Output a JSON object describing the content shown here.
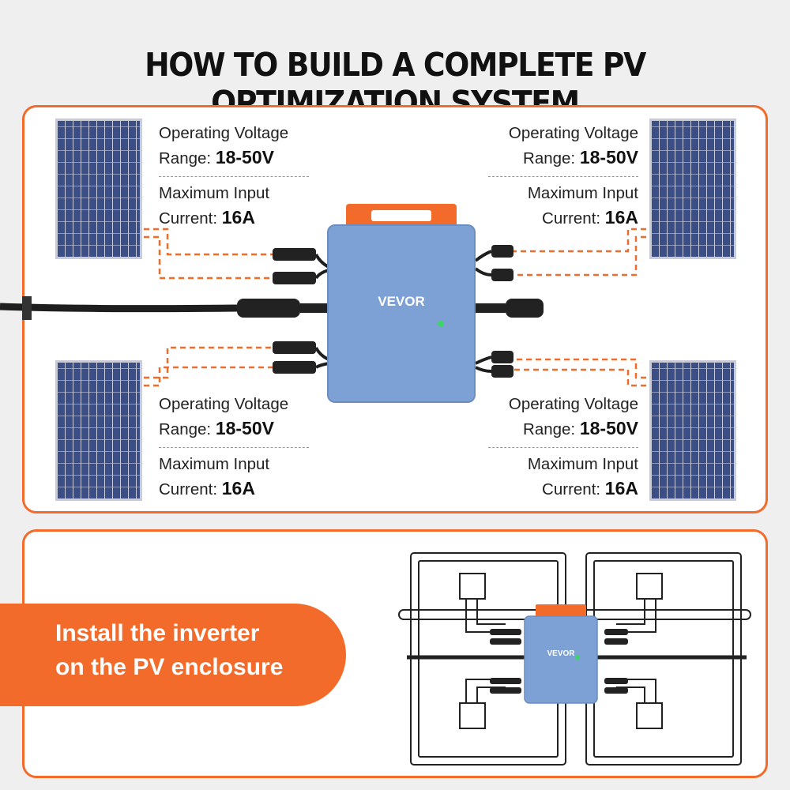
{
  "title": "HOW TO BUILD A COMPLETE PV OPTIMIZATION SYSTEM",
  "specs": [
    {
      "voltage_label": "Operating Voltage",
      "range_label": "Range:",
      "range_value": "18-50V",
      "current_label": "Maximum Input",
      "current_prefix": "Current:",
      "current_value": "16A"
    },
    {
      "voltage_label": "Operating Voltage",
      "range_label": "Range:",
      "range_value": "18-50V",
      "current_label": "Maximum Input",
      "current_prefix": "Current:",
      "current_value": "16A"
    },
    {
      "voltage_label": "Operating Voltage",
      "range_label": "Range:",
      "range_value": "18-50V",
      "current_label": "Maximum Input",
      "current_prefix": "Current:",
      "current_value": "16A"
    },
    {
      "voltage_label": "Operating Voltage",
      "range_label": "Range:",
      "range_value": "18-50V",
      "current_label": "Maximum Input",
      "current_prefix": "Current:",
      "current_value": "16A"
    }
  ],
  "inverter": {
    "brand": "VEVOR"
  },
  "banner": {
    "line1": "Install the inverter",
    "line2": "on the PV enclosure"
  },
  "colors": {
    "accent": "#f26b2a",
    "inverter": "#7da1d4",
    "panel": "#3b4e86"
  }
}
